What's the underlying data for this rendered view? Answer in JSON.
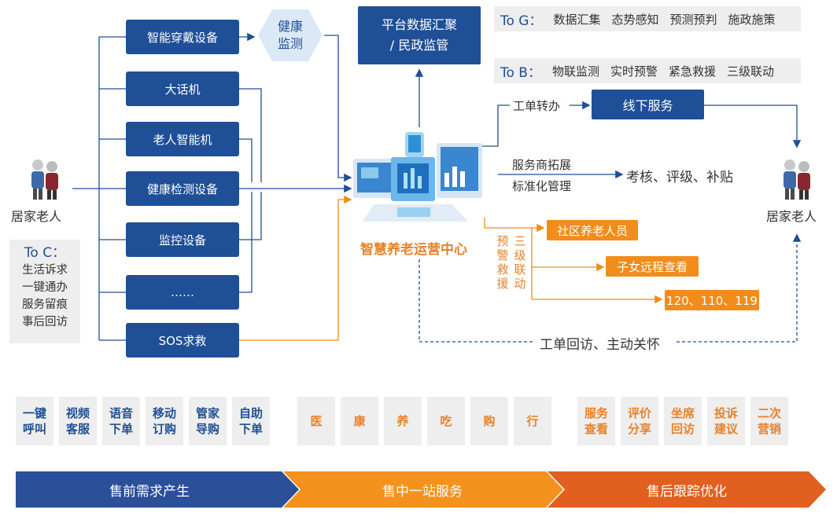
{
  "left_person_label": "居家老人",
  "right_person_label": "居家老人",
  "toc": {
    "title": "To C：",
    "items": [
      "生活诉求",
      "一键通办",
      "服务留痕",
      "事后回访"
    ]
  },
  "devices": [
    "智能穿戴设备",
    "大话机",
    "老人智能机",
    "健康检测设备",
    "监控设备",
    "……",
    "SOS求救"
  ],
  "health_monitor": [
    "健康",
    "监测"
  ],
  "platform_box": [
    "平台数据汇聚",
    "/ 民政监管"
  ],
  "tog": {
    "label": "To G：",
    "items": [
      "数据汇集",
      "态势感知",
      "预测预判",
      "施政施策"
    ]
  },
  "tob": {
    "label": "To B：",
    "items": [
      "物联监测",
      "实时预警",
      "紧急救援",
      "三级联动"
    ]
  },
  "work_order": "工单转办",
  "offline_service": "线下服务",
  "provider_expand": "服务商拓展",
  "standard_mgmt": "标准化管理",
  "assess": "考核、评级、补贴",
  "center_label": "智慧养老运营中心",
  "alert_rescue": [
    "预",
    "警",
    "救",
    "援"
  ],
  "three_level": [
    "三",
    "级",
    "联",
    "动"
  ],
  "community_staff": "社区养老人员",
  "children_remote": "子女远程查看",
  "emergency": "120、110、119",
  "revisit": "工单回访、主动关怀",
  "pre_tiles": [
    [
      "一键",
      "呼叫"
    ],
    [
      "视频",
      "客服"
    ],
    [
      "语音",
      "下单"
    ],
    [
      "移动",
      "订购"
    ],
    [
      "管家",
      "导购"
    ],
    [
      "自助",
      "下单"
    ]
  ],
  "mid_tiles": [
    "医",
    "康",
    "养",
    "吃",
    "购",
    "行"
  ],
  "post_tiles": [
    [
      "服务",
      "查看"
    ],
    [
      "评价",
      "分享"
    ],
    [
      "坐席",
      "回访"
    ],
    [
      "投诉",
      "建议"
    ],
    [
      "二次",
      "营销"
    ]
  ],
  "phases": [
    "售前需求产生",
    "售中一站服务",
    "售后跟踪优化"
  ],
  "colors": {
    "blue": "#1e4f97",
    "orange": "#f28c1a",
    "phase2": "#f5921e",
    "phase3": "#e2601f",
    "gray": "#eeeeee"
  }
}
